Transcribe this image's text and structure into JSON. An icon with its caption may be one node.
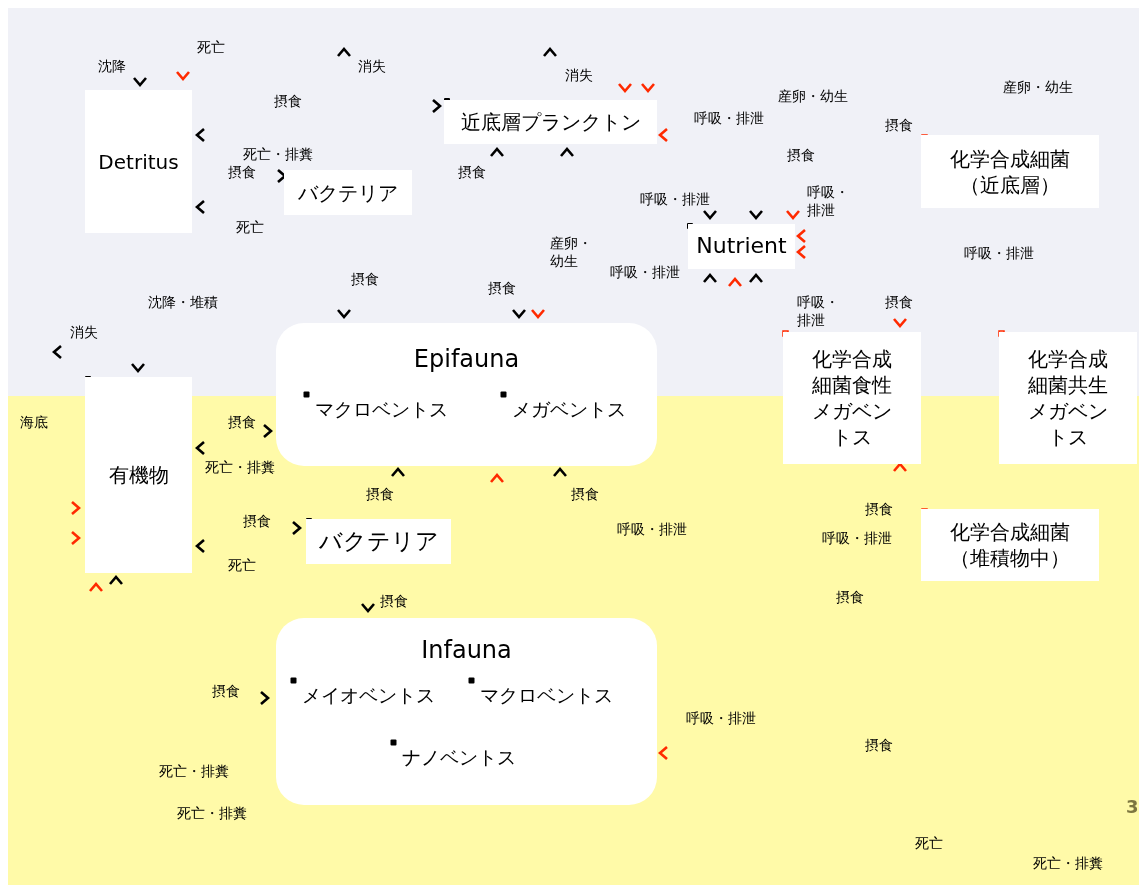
{
  "diagram": {
    "nodes": [
      {
        "text": [
          "Detritus"
        ]
      },
      {
        "text": [
          "バクテリア"
        ]
      },
      {
        "text": [
          "近底層プランクトン"
        ]
      },
      {
        "text": [
          "Nutrient"
        ]
      },
      {
        "text": [
          "化学合成細菌（近底層）"
        ]
      },
      {
        "text": [
          "Epifauna",
          "マクロベントス",
          "メガベントス"
        ]
      },
      {
        "text": [
          "有機物"
        ]
      },
      {
        "text": [
          "化学合成細菌食性メガベントス"
        ]
      },
      {
        "text": [
          "化学合成細菌共生メガベントス"
        ]
      },
      {
        "text": [
          "バクテリア"
        ]
      },
      {
        "text": [
          "化学合成細菌（堆積物中）"
        ]
      },
      {
        "text": [
          "Infauna",
          "メイオベントス",
          "マクロベントス",
          "ナノベントス"
        ]
      }
    ],
    "labels": [
      "死亡",
      "沈降",
      "消失",
      "消失",
      "産卵・幼生",
      "産卵・幼生",
      "摂食",
      "呼吸・排泄",
      "摂食",
      "死亡・排糞",
      "摂食",
      "摂食",
      "摂食",
      "呼吸・排泄",
      "呼吸・排泄",
      "死亡",
      "産卵・幼生",
      "呼吸・排泄",
      "呼吸・排泄",
      "摂食",
      "摂食",
      "沈降・堆積",
      "呼吸・排泄",
      "摂食",
      "消失",
      "海底",
      "摂食",
      "死亡・排糞",
      "摂食",
      "摂食",
      "摂食",
      "摂食",
      "呼吸・排泄",
      "呼吸・排泄",
      "死亡",
      "摂食",
      "摂食",
      "摂食",
      "呼吸・排泄",
      "摂食",
      "死亡・排糞",
      "死亡・排糞",
      "死亡",
      "死亡・排糞",
      "3"
    ]
  }
}
